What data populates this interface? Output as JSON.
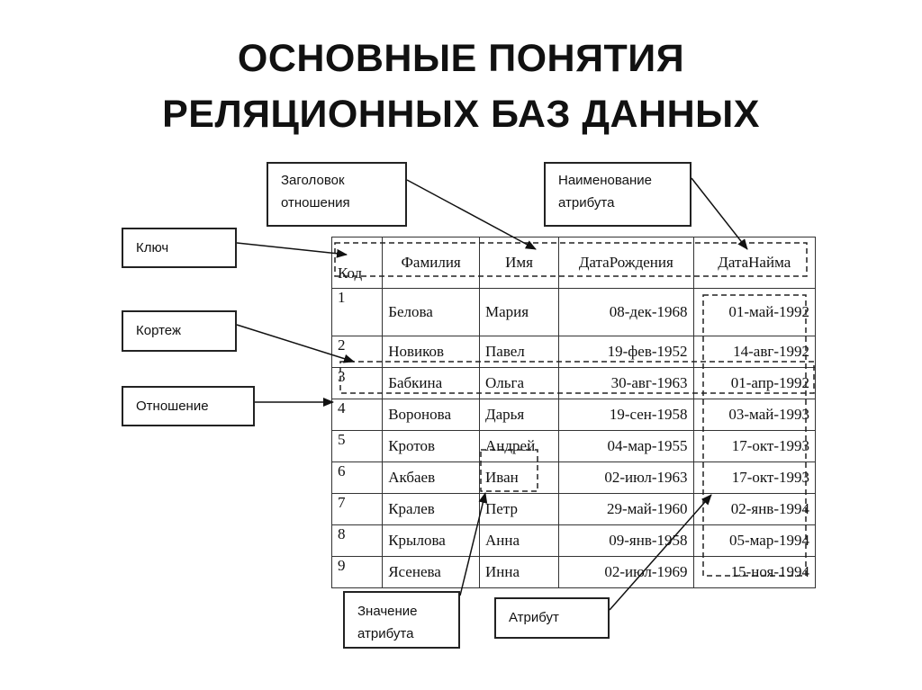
{
  "title": {
    "line1": "ОСНОВНЫЕ ПОНЯТИЯ",
    "line2": "РЕЛЯЦИОННЫХ БАЗ ДАННЫХ"
  },
  "callouts": {
    "relation_header": {
      "line1": "Заголовок",
      "line2": "отношения"
    },
    "attribute_name": {
      "line1": "Наименование",
      "line2": "атрибута"
    },
    "key": "Ключ",
    "tuple": "Кортеж",
    "relation": "Отношение",
    "attribute_value": {
      "line1": "Значение",
      "line2": "атрибута"
    },
    "attribute": "Атрибут"
  },
  "table": {
    "columns": [
      "Код",
      "Фамилия",
      "Имя",
      "ДатаРождения",
      "ДатаНайма"
    ],
    "rows": [
      [
        "1",
        "Белова",
        "Мария",
        "08-дек-1968",
        "01-май-1992"
      ],
      [
        "2",
        "Новиков",
        "Павел",
        "19-фев-1952",
        "14-авг-1992"
      ],
      [
        "3",
        "Бабкина",
        "Ольга",
        "30-авг-1963",
        "01-апр-1992"
      ],
      [
        "4",
        "Воронова",
        "Дарья",
        "19-сен-1958",
        "03-май-1993"
      ],
      [
        "5",
        "Кротов",
        "Андрей",
        "04-мар-1955",
        "17-окт-1993"
      ],
      [
        "6",
        "Акбаев",
        "Иван",
        "02-июл-1963",
        "17-окт-1993"
      ],
      [
        "7",
        "Кралев",
        "Петр",
        "29-май-1960",
        "02-янв-1994"
      ],
      [
        "8",
        "Крылова",
        "Анна",
        "09-янв-1958",
        "05-мар-1994"
      ],
      [
        "9",
        "Ясенева",
        "Инна",
        "02-июл-1969",
        "15-ноя-1994"
      ]
    ]
  }
}
